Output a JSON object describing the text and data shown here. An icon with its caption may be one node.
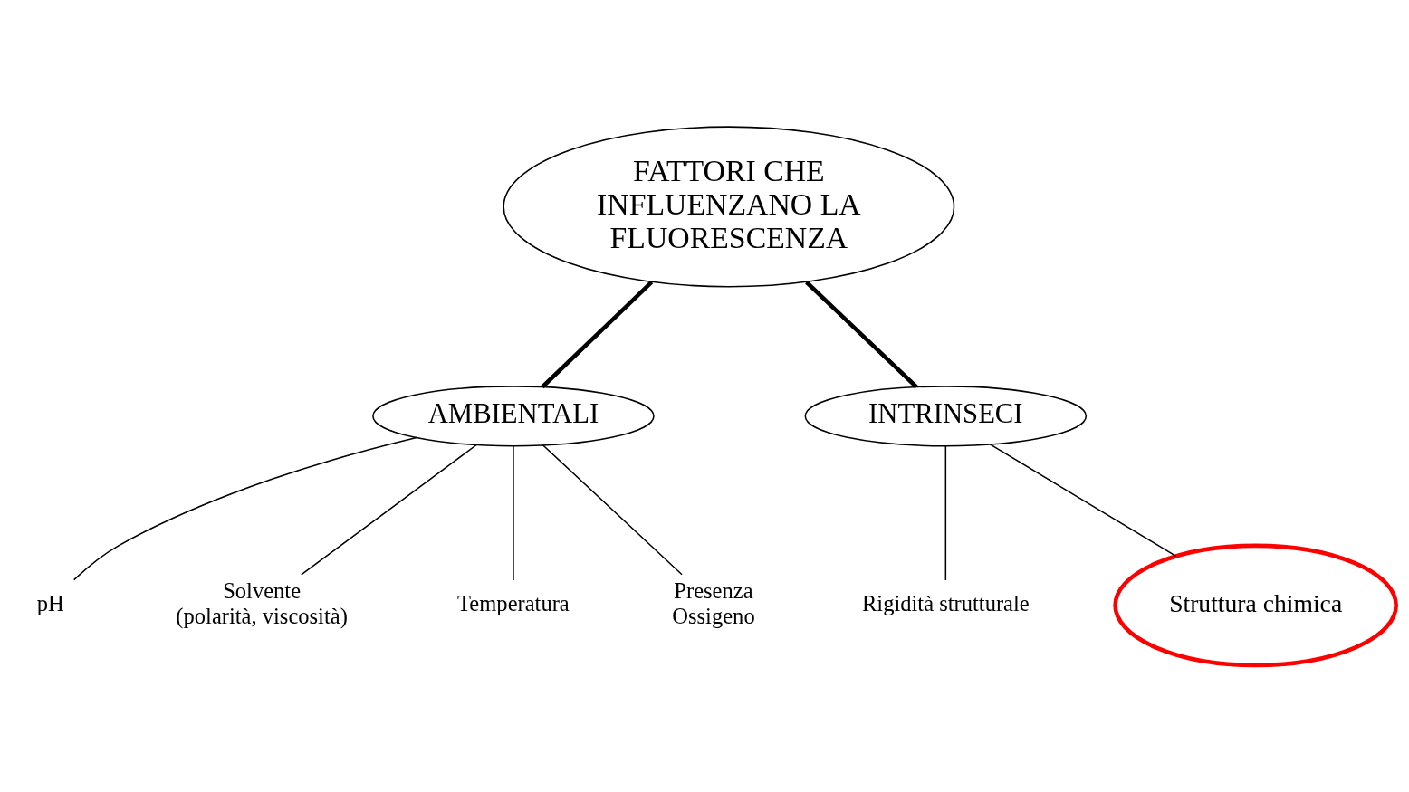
{
  "diagram": {
    "nodes": [
      {
        "text": [
          "FATTORI CHE INFLUENZANO LA FLUORESCENZA"
        ]
      },
      {
        "text": [
          "AMBIENTALI"
        ]
      },
      {
        "text": [
          "INTRINSECI"
        ]
      },
      {
        "text": [
          "pH"
        ]
      },
      {
        "text": [
          "Solvente (polarità, viscosità)"
        ]
      },
      {
        "text": [
          "Temperatura"
        ]
      },
      {
        "text": [
          "Presenza Ossigeno"
        ]
      },
      {
        "text": [
          "Rigidità strutturale"
        ]
      },
      {
        "text": [
          "Struttura chimica"
        ]
      }
    ],
    "edges": [
      {
        "from": 0,
        "to": 1,
        "arrow": "none",
        "style": "thick"
      },
      {
        "from": 0,
        "to": 2,
        "arrow": "none",
        "style": "thick"
      },
      {
        "from": 1,
        "to": 3,
        "arrow": "none"
      },
      {
        "from": 1,
        "to": 4,
        "arrow": "none"
      },
      {
        "from": 1,
        "to": 5,
        "arrow": "none"
      },
      {
        "from": 1,
        "to": 6,
        "arrow": "none"
      },
      {
        "from": 2,
        "to": 7,
        "arrow": "none"
      },
      {
        "from": 2,
        "to": 8,
        "arrow": "none"
      }
    ]
  }
}
